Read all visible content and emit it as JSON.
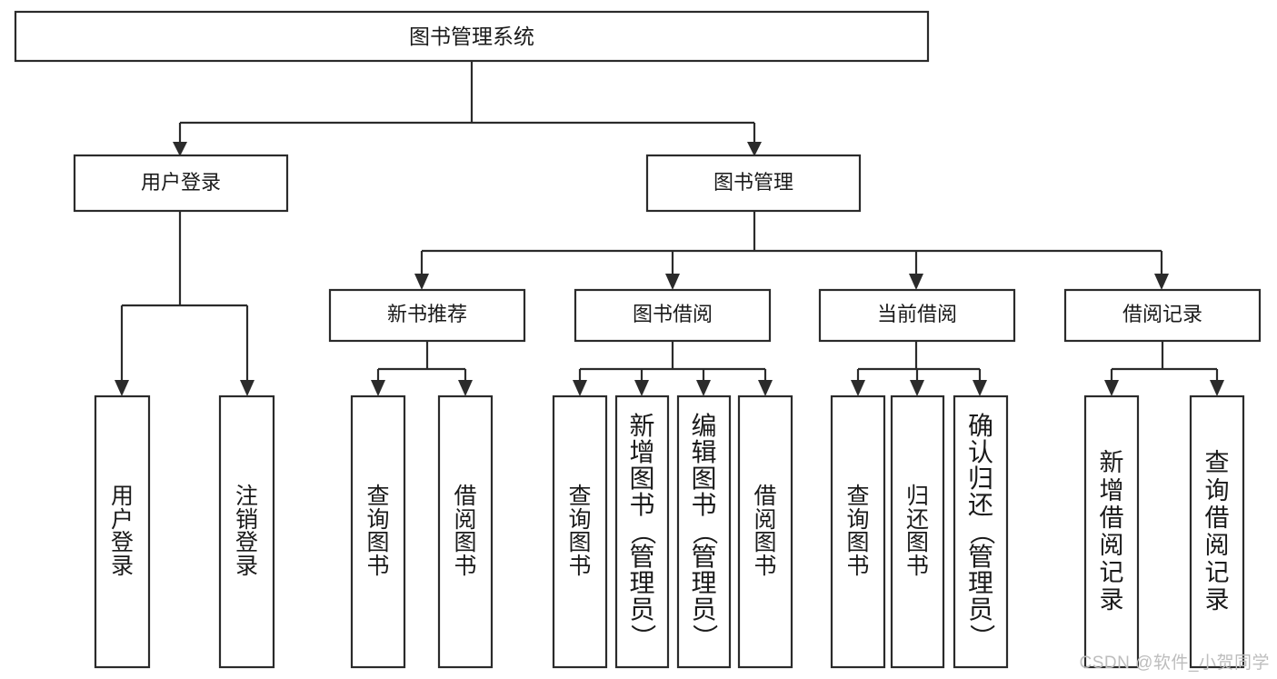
{
  "diagram": {
    "type": "tree",
    "title": "图书管理系统",
    "watermark": "CSDN @软件_小贺同学",
    "nodes": {
      "root": {
        "label": "图书管理系统"
      },
      "level2": [
        {
          "id": "user-login",
          "label": "用户登录"
        },
        {
          "id": "book-manage",
          "label": "图书管理"
        }
      ],
      "level3": [
        {
          "id": "new-book-recommend",
          "label": "新书推荐"
        },
        {
          "id": "book-borrow",
          "label": "图书借阅"
        },
        {
          "id": "current-borrow",
          "label": "当前借阅"
        },
        {
          "id": "borrow-record",
          "label": "借阅记录"
        }
      ],
      "leaves": [
        {
          "id": "leaf-user-login",
          "label": "用户登录",
          "group": "user-login"
        },
        {
          "id": "leaf-logout",
          "label": "注销登录",
          "group": "user-login"
        },
        {
          "id": "leaf-query-book-1",
          "label": "查询图书",
          "group": "new-book-recommend"
        },
        {
          "id": "leaf-borrow-book-1",
          "label": "借阅图书",
          "group": "new-book-recommend"
        },
        {
          "id": "leaf-query-book-2",
          "label": "查询图书",
          "group": "book-borrow"
        },
        {
          "id": "leaf-add-book",
          "label": "新增图书（管理员）",
          "group": "book-borrow"
        },
        {
          "id": "leaf-edit-book",
          "label": "编辑图书（管理员）",
          "group": "book-borrow"
        },
        {
          "id": "leaf-borrow-book-2",
          "label": "借阅图书",
          "group": "book-borrow"
        },
        {
          "id": "leaf-query-book-3",
          "label": "查询图书",
          "group": "current-borrow"
        },
        {
          "id": "leaf-return-book",
          "label": "归还图书",
          "group": "current-borrow"
        },
        {
          "id": "leaf-confirm-return",
          "label": "确认归还（管理员）",
          "group": "current-borrow"
        },
        {
          "id": "leaf-add-record",
          "label": "新增借阅记录",
          "group": "borrow-record"
        },
        {
          "id": "leaf-query-record",
          "label": "查询借阅记录",
          "group": "borrow-record"
        }
      ]
    },
    "colors": {
      "box_stroke": "#2b2b2b",
      "box_fill": "#ffffff",
      "text": "#1a1a1a",
      "watermark": "#bdbdbd",
      "background": "#ffffff"
    }
  }
}
